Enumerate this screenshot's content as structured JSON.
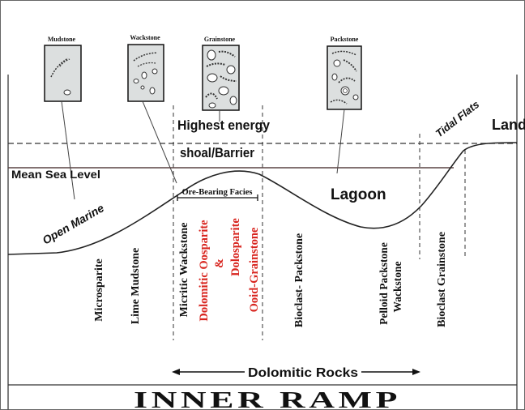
{
  "thumbnails": [
    {
      "label": "Mudstone"
    },
    {
      "label": "Wackstone"
    },
    {
      "label": "Grainstone"
    },
    {
      "label": "Packstone"
    }
  ],
  "labels": {
    "highest_energy": "Highest energy",
    "shoal_barrier": "shoal/Barrier",
    "tidal_flats": "Tidal Flats",
    "land": "Land",
    "mean_sea_level": "Mean Sea Level",
    "ore_bearing_facies": "Ore-Bearing Facies",
    "open_marine": "Open Marine",
    "lagoon": "Lagoon",
    "dolomitic_rocks": "Dolomitic Rocks",
    "inner_ramp": "INNER RAMP"
  },
  "facies": [
    {
      "label": "Microsparite",
      "color": "#111111"
    },
    {
      "label": "Lime Mudstone",
      "color": "#111111"
    },
    {
      "label": "Micritic Wackstone",
      "color": "#111111"
    },
    {
      "label": "Dolomitic Oosparite",
      "color": "#d8251f"
    },
    {
      "label": "&",
      "color": "#d8251f"
    },
    {
      "label": "Dolosparite",
      "color": "#d8251f"
    },
    {
      "label": "Ooid-Grainstone",
      "color": "#d8251f"
    },
    {
      "label": "Bioclast- Packstone",
      "color": "#111111"
    },
    {
      "label": "Pelloid Packstone",
      "color": "#111111"
    },
    {
      "label": "Wackstone",
      "color": "#111111"
    },
    {
      "label": "Bioclast Grainstone",
      "color": "#111111"
    }
  ],
  "colors": {
    "accent_red": "#d8251f",
    "ink": "#111111",
    "thumb_fill": "#d9dcdc"
  }
}
